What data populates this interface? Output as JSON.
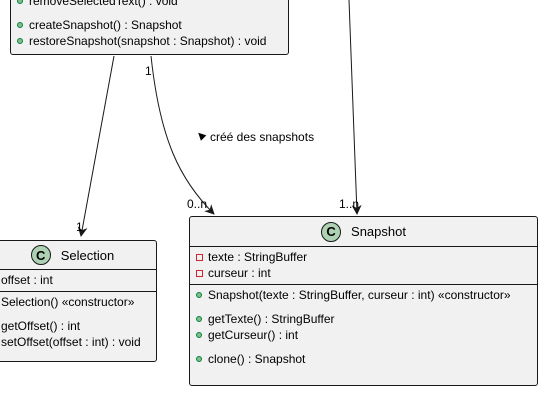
{
  "editor_class": {
    "partial_method": "removeSelectedText() : void",
    "methods": [
      "createSnapshot() : Snapshot",
      "restoreSnapshot(snapshot : Snapshot) : void"
    ]
  },
  "selection_class": {
    "icon_letter": "C",
    "name": "Selection",
    "attributes": [
      "offset : int"
    ],
    "constructor": "Selection() «constructor»",
    "methods": [
      "getOffset() : int",
      "setOffset(offset : int) : void"
    ]
  },
  "snapshot_class": {
    "icon_letter": "C",
    "name": "Snapshot",
    "attributes": [
      "texte : StringBuffer",
      "curseur : int"
    ],
    "constructor": "Snapshot(texte : StringBuffer, curseur : int) «constructor»",
    "getters": [
      "getTexte() : StringBuffer",
      "getCurseur() : int"
    ],
    "other_methods": [
      "clone() : Snapshot"
    ]
  },
  "relations": {
    "selection_target_mult": "1",
    "snapshot_source_mult": "1",
    "snapshot_target_mult": "0..n",
    "snapshot_label": "créé des snapshots",
    "snapshot_label_arrow": "◀",
    "right_target_mult": "1..n"
  }
}
